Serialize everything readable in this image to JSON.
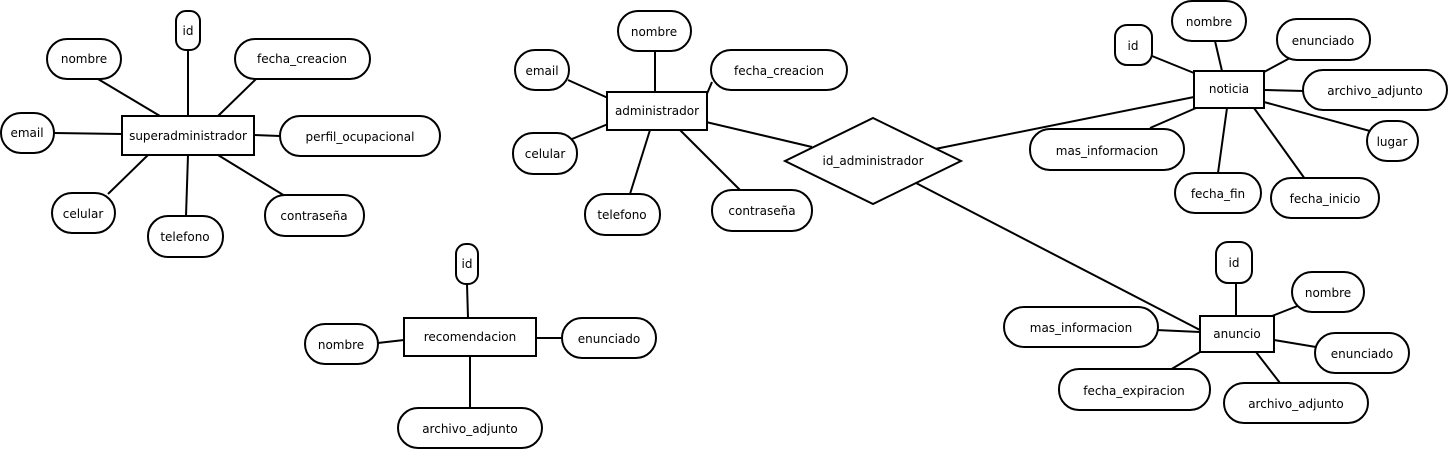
{
  "entities": {
    "superadministrador": "superadministrador",
    "administrador": "administrador",
    "noticia": "noticia",
    "anuncio": "anuncio",
    "recomendacion": "recomendacion"
  },
  "relationship": "id_administrador",
  "attributes": {
    "superadministrador": {
      "id": "id",
      "nombre": "nombre",
      "fecha_creacion": "fecha_creacion",
      "email": "email",
      "perfil_ocupacional": "perfil_ocupacional",
      "celular": "celular",
      "telefono": "telefono",
      "contrasena": "contraseña"
    },
    "administrador": {
      "nombre": "nombre",
      "email": "email",
      "fecha_creacion": "fecha_creacion",
      "celular": "celular",
      "telefono": "telefono",
      "contrasena": "contraseña"
    },
    "noticia": {
      "id": "id",
      "nombre": "nombre",
      "enunciado": "enunciado",
      "archivo_adjunto": "archivo_adjunto",
      "lugar": "lugar",
      "mas_informacion": "mas_informacion",
      "fecha_fin": "fecha_fin",
      "fecha_inicio": "fecha_inicio"
    },
    "anuncio": {
      "id": "id",
      "nombre": "nombre",
      "mas_informacion": "mas_informacion",
      "enunciado": "enunciado",
      "fecha_expiracion": "fecha_expiracion",
      "archivo_adjunto": "archivo_adjunto"
    },
    "recomendacion": {
      "id": "id",
      "nombre": "nombre",
      "enunciado": "enunciado",
      "archivo_adjunto": "archivo_adjunto"
    }
  }
}
